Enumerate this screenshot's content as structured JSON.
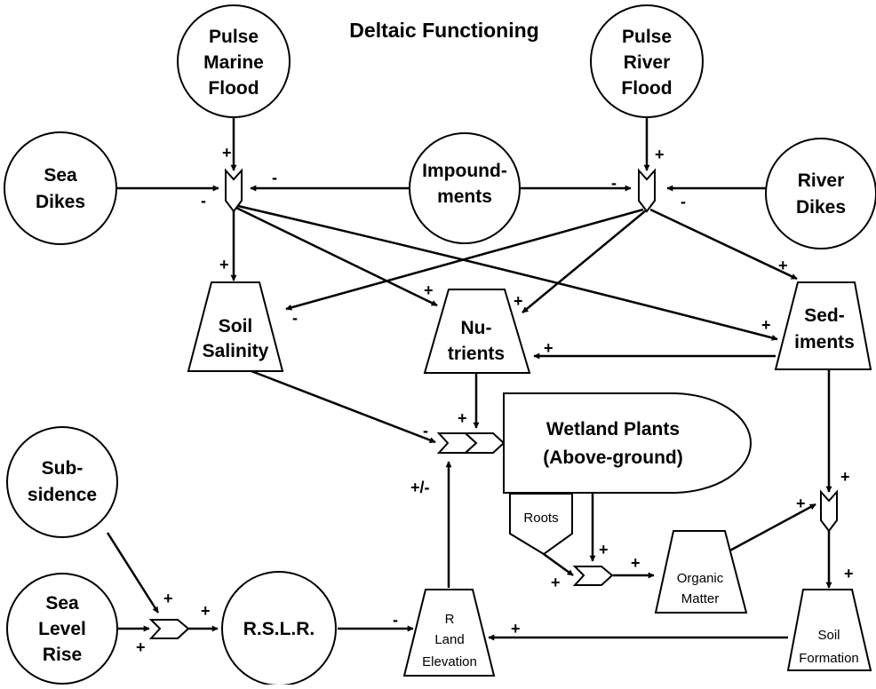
{
  "title": "Deltaic Functioning",
  "nodes": {
    "pulse_marine_flood": [
      "Pulse",
      "Marine",
      "Flood"
    ],
    "pulse_river_flood": [
      "Pulse",
      "River",
      "Flood"
    ],
    "sea_dikes": [
      "Sea",
      "Dikes"
    ],
    "impoundments": [
      "Impound-",
      "ments"
    ],
    "river_dikes": [
      "River",
      "Dikes"
    ],
    "soil_salinity": [
      "Soil",
      "Salinity"
    ],
    "nutrients": [
      "Nu-",
      "trients"
    ],
    "sediments": [
      "Sed-",
      "iments"
    ],
    "wetland_plants": [
      "Wetland Plants",
      "(Above-ground)"
    ],
    "roots": [
      "Roots"
    ],
    "subsidence": [
      "Sub-",
      "sidence"
    ],
    "sea_level_rise": [
      "Sea",
      "Level",
      "Rise"
    ],
    "rslr": [
      "R.S.L.R."
    ],
    "land_elevation": [
      "R",
      "Land",
      "Elevation"
    ],
    "organic_matter": [
      "Organic",
      "Matter"
    ],
    "soil_formation": [
      "Soil",
      "Formation"
    ]
  },
  "edges": [
    {
      "from": "Pulse Marine Flood",
      "to": "left junction",
      "sign": "+"
    },
    {
      "from": "Sea Dikes",
      "to": "left junction",
      "sign": "-"
    },
    {
      "from": "Impoundments",
      "to": "left junction",
      "sign": "-"
    },
    {
      "from": "Pulse River Flood",
      "to": "right junction",
      "sign": "+"
    },
    {
      "from": "Impoundments",
      "to": "right junction",
      "sign": "-"
    },
    {
      "from": "River Dikes",
      "to": "right junction",
      "sign": "-"
    },
    {
      "from": "left junction",
      "to": "Soil Salinity",
      "sign": "+"
    },
    {
      "from": "left junction",
      "to": "Nutrients",
      "sign": "+"
    },
    {
      "from": "left junction",
      "to": "Sediments",
      "sign": "+"
    },
    {
      "from": "right junction",
      "to": "Soil Salinity",
      "sign": "-"
    },
    {
      "from": "right junction",
      "to": "Nutrients",
      "sign": "+"
    },
    {
      "from": "right junction",
      "to": "Sediments",
      "sign": "+"
    },
    {
      "from": "Sediments",
      "to": "Nutrients",
      "sign": "+"
    },
    {
      "from": "Soil Salinity",
      "to": "plant production",
      "sign": "-"
    },
    {
      "from": "Nutrients",
      "to": "plant production",
      "sign": "+"
    },
    {
      "from": "Land Elevation",
      "to": "plant production",
      "sign": "+/-"
    },
    {
      "from": "Subsidence",
      "to": "RSLR junction",
      "sign": "+"
    },
    {
      "from": "Sea Level Rise",
      "to": "RSLR junction",
      "sign": "+"
    },
    {
      "from": "RSLR junction",
      "to": "R.S.L.R.",
      "sign": "+"
    },
    {
      "from": "R.S.L.R.",
      "to": "Land Elevation",
      "sign": "-"
    },
    {
      "from": "Wetland Plants",
      "to": "organic junction",
      "sign": "+"
    },
    {
      "from": "Roots",
      "to": "organic junction",
      "sign": "+"
    },
    {
      "from": "organic junction",
      "to": "Organic Matter",
      "sign": "+"
    },
    {
      "from": "Sediments",
      "to": "soil junction",
      "sign": "+"
    },
    {
      "from": "Organic Matter",
      "to": "soil junction",
      "sign": "+"
    },
    {
      "from": "soil junction",
      "to": "Soil Formation",
      "sign": "+"
    },
    {
      "from": "Soil Formation",
      "to": "Land Elevation",
      "sign": "+"
    }
  ]
}
